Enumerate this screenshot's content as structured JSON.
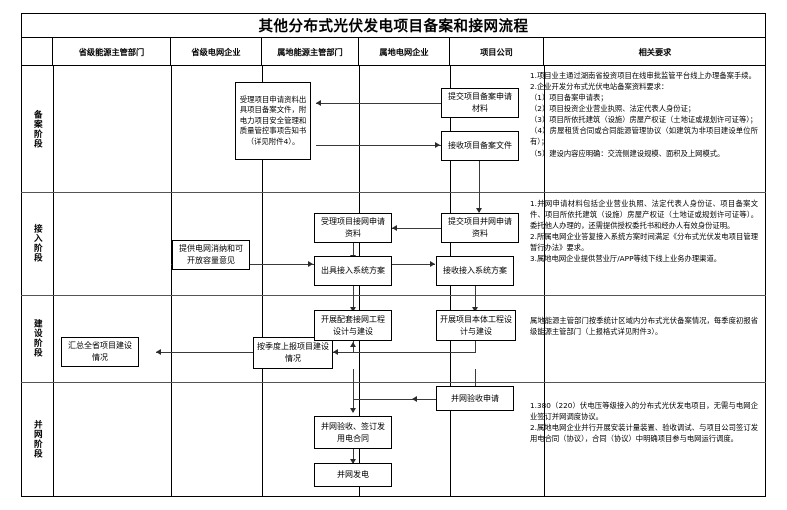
{
  "title": "其他分布式光伏发电项目备案和接网流程",
  "columns": [
    {
      "key": "stage",
      "label": ""
    },
    {
      "key": "prov_energy_dept",
      "label": "省级能源主管部门"
    },
    {
      "key": "prov_grid_corp",
      "label": "省级电网企业"
    },
    {
      "key": "local_energy_dept",
      "label": "属地能源主管部门"
    },
    {
      "key": "local_grid_corp",
      "label": "属地电网企业"
    },
    {
      "key": "project_company",
      "label": "项目公司"
    },
    {
      "key": "requirements",
      "label": "相关要求"
    }
  ],
  "stages": [
    {
      "id": "filing",
      "label": "备案阶段"
    },
    {
      "id": "access",
      "label": "接入阶段"
    },
    {
      "id": "construction",
      "label": "建设阶段"
    },
    {
      "id": "grid",
      "label": "并网阶段"
    }
  ],
  "boxes": {
    "b1": "受理项目申请资料出具项目备案文件，附电力项目安全管理和质量管控事项告知书（详见附件4）。",
    "b2": "提交项目备案申请材料",
    "b3": "接收项目备案文件",
    "b4": "受理项目接网申请资料",
    "b5": "提交项目并网申请资料",
    "b6": "出具接入系统方案",
    "b7": "接收接入系统方案",
    "b8": "提供电网消纳和可开放容量意见",
    "b9": "开展配套接网工程设计与建设",
    "b10": "开展项目本体工程设计与建设",
    "b11": "按季度上报项目建设情况",
    "b12": "汇总全省项目建设情况",
    "b13": "并网验收申请",
    "b14": "并网验收、签订发用电合同",
    "b15": "并网发电"
  },
  "requirements": {
    "filing": "1.项目业主通过湖南省投资项目在线审批监管平台线上办理备案手续。\n2.企业开发分布式光伏电站备案资料要求：\n（1）项目备案申请表；\n（2）项目投资企业营业执照、法定代表人身份证；\n（3）项目所依托建筑（设施）房屋产权证（土地证或规划许可证等）；\n（4）房屋租赁合同或合同能源管理协议（如建筑为非项目建设单位所有）；\n（5）建设内容应明确：交流侧建设规模、面积及上网模式。",
    "access": "1.并网申请材料包括企业营业执照、法定代表人身份证、项目备案文件、项目所依托建筑（设施）房屋产权证（土地证或规划许可证等）。委托他人办理的，还需提供授权委托书和经办人有效身份证明。\n2.所属电网企业答复接入系统方案时间满足《分布式光伏发电项目管理暂行办法》要求。\n3.属地电网企业提供营业厅/APP等线下线上业务办理渠道。",
    "construction": "属地能源主管部门按季统计区域内分布式光伏备案情况，每季度初报省级能源主管部门（上报格式详见附件3）。",
    "grid": "1.380（220）伏电压等级接入的分布式光伏发电项目，无需与电网企业签订并网调度协议。\n2.属地电网企业并行开展安装计量装置、验收调试、与项目公司签订发用电合同（协议），合同（协议）中明确项目参与电网运行调度。"
  }
}
